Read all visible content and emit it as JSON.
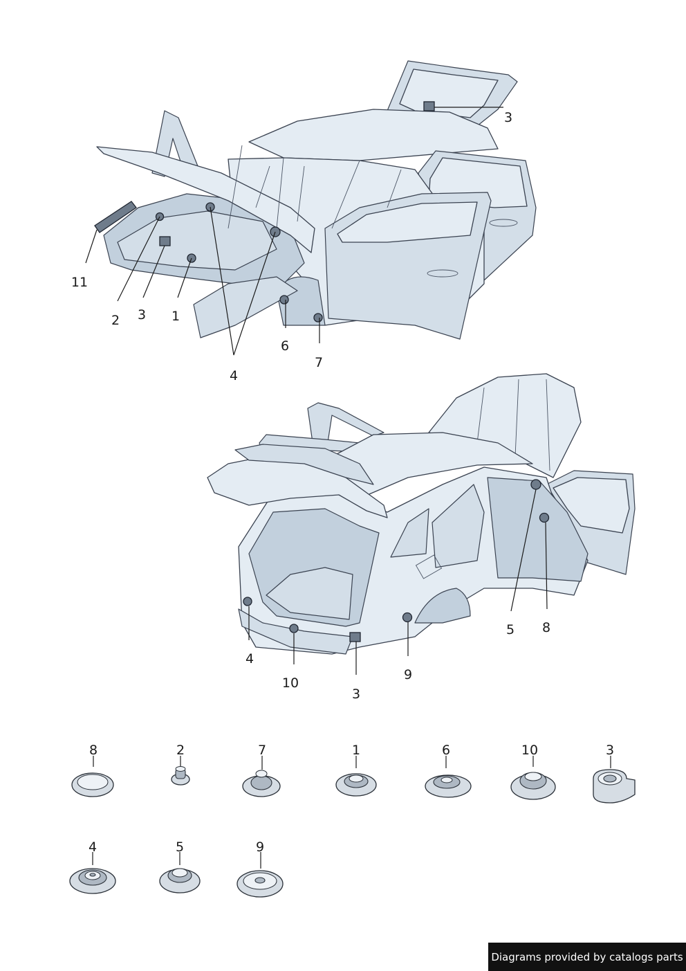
{
  "front_view": {
    "callouts": [
      "3",
      "11",
      "2",
      "3",
      "1",
      "6",
      "7",
      "4"
    ]
  },
  "rear_view": {
    "callouts": [
      "5",
      "8",
      "4",
      "10",
      "3",
      "9"
    ]
  },
  "parts_legend": {
    "row1": [
      "8",
      "2",
      "7",
      "1",
      "6",
      "10",
      "3"
    ],
    "row2": [
      "4",
      "5",
      "9"
    ]
  },
  "footer": {
    "text": "Diagrams provided by catalogs parts"
  }
}
